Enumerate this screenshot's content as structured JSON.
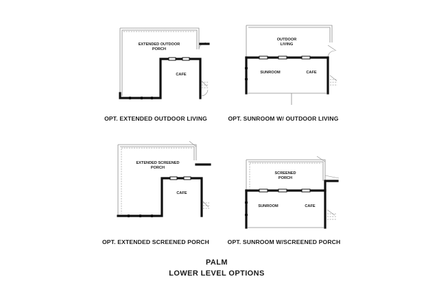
{
  "plans": [
    {
      "caption": "OPT. EXTENDED OUTDOOR LIVING",
      "rooms": [
        "EXTENDED OUTDOOR",
        "PORCH",
        "CAFE"
      ]
    },
    {
      "caption": "OPT. SUNROOM W/ OUTDOOR LIVING",
      "rooms": [
        "OUTDOOR",
        "LIVING",
        "SUNROOM",
        "CAFE"
      ]
    },
    {
      "caption": "OPT. EXTENDED SCREENED PORCH",
      "rooms": [
        "EXTENDED SCREENED",
        "PORCH",
        "CAFE"
      ]
    },
    {
      "caption": "OPT. SUNROOM W/SCREENED PORCH",
      "rooms": [
        "SCREENED",
        "PORCH",
        "SUNROOM",
        "CAFE"
      ]
    }
  ],
  "title": [
    "PALM",
    "LOWER LEVEL OPTIONS"
  ]
}
